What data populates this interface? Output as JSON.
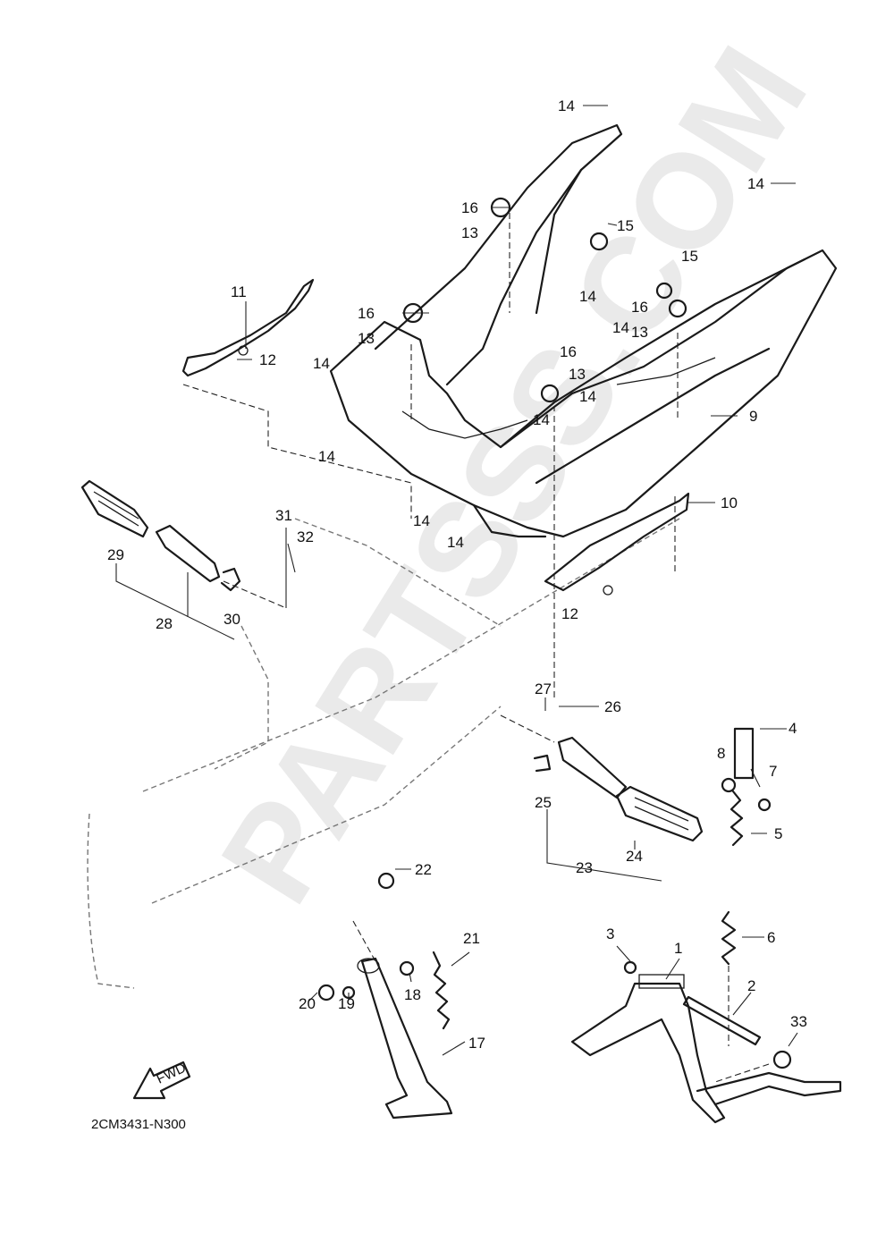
{
  "diagram": {
    "drawing_code": "2CM3431-N300",
    "fwd_label": "FWD",
    "watermark": "PARTSSS.COM",
    "callouts": [
      {
        "id": "c14a",
        "text": "14"
      },
      {
        "id": "c16a",
        "text": "16"
      },
      {
        "id": "c13a",
        "text": "13"
      },
      {
        "id": "c15a",
        "text": "15"
      },
      {
        "id": "c14b",
        "text": "14"
      },
      {
        "id": "c15b",
        "text": "15"
      },
      {
        "id": "c11",
        "text": "11"
      },
      {
        "id": "c16b",
        "text": "16"
      },
      {
        "id": "c13b",
        "text": "13"
      },
      {
        "id": "c14c",
        "text": "14"
      },
      {
        "id": "c16c",
        "text": "16"
      },
      {
        "id": "c14d",
        "text": "14"
      },
      {
        "id": "c16d",
        "text": "16"
      },
      {
        "id": "c13c",
        "text": "13"
      },
      {
        "id": "c12a",
        "text": "12"
      },
      {
        "id": "c14e",
        "text": "14"
      },
      {
        "id": "c13d",
        "text": "13"
      },
      {
        "id": "c14f",
        "text": "14"
      },
      {
        "id": "c14g",
        "text": "14"
      },
      {
        "id": "c9",
        "text": "9"
      },
      {
        "id": "c14h",
        "text": "14"
      },
      {
        "id": "c14i",
        "text": "14"
      },
      {
        "id": "c10",
        "text": "10"
      },
      {
        "id": "c31",
        "text": "31"
      },
      {
        "id": "c32",
        "text": "32"
      },
      {
        "id": "c29",
        "text": "29"
      },
      {
        "id": "c14j",
        "text": "14"
      },
      {
        "id": "c12b",
        "text": "12"
      },
      {
        "id": "c28",
        "text": "28"
      },
      {
        "id": "c30",
        "text": "30"
      },
      {
        "id": "c27",
        "text": "27"
      },
      {
        "id": "c26",
        "text": "26"
      },
      {
        "id": "c4",
        "text": "4"
      },
      {
        "id": "c8",
        "text": "8"
      },
      {
        "id": "c7",
        "text": "7"
      },
      {
        "id": "c25",
        "text": "25"
      },
      {
        "id": "c5",
        "text": "5"
      },
      {
        "id": "c23",
        "text": "23"
      },
      {
        "id": "c24",
        "text": "24"
      },
      {
        "id": "c22",
        "text": "22"
      },
      {
        "id": "c6",
        "text": "6"
      },
      {
        "id": "c21",
        "text": "21"
      },
      {
        "id": "c3",
        "text": "3"
      },
      {
        "id": "c1",
        "text": "1"
      },
      {
        "id": "c2",
        "text": "2"
      },
      {
        "id": "c20",
        "text": "20"
      },
      {
        "id": "c19",
        "text": "19"
      },
      {
        "id": "c18",
        "text": "18"
      },
      {
        "id": "c33",
        "text": "33"
      },
      {
        "id": "c17",
        "text": "17"
      }
    ]
  }
}
